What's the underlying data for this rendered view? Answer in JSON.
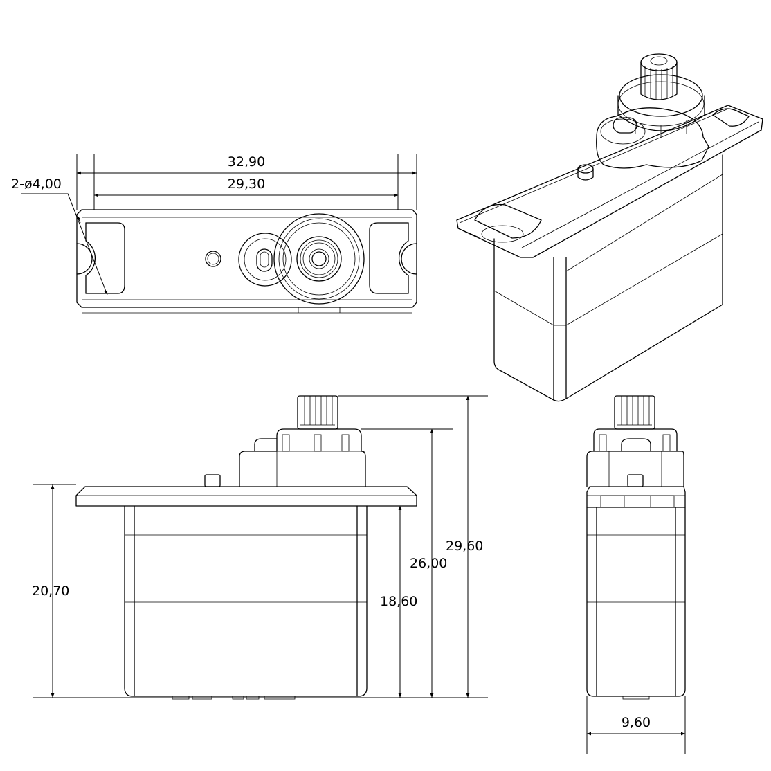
{
  "drawing": {
    "top_view": {
      "overall_width": "32,90",
      "hole_spacing": "29,30",
      "hole_callout": "2-ø4,00"
    },
    "front_view": {
      "body_height": "20,70",
      "mount_to_bottom": "18,60",
      "gear_top_height": "26,00",
      "overall_height": "29,60"
    },
    "side_view": {
      "body_thickness": "9,60"
    },
    "colors": {
      "line": "#000000",
      "background": "#ffffff"
    }
  }
}
